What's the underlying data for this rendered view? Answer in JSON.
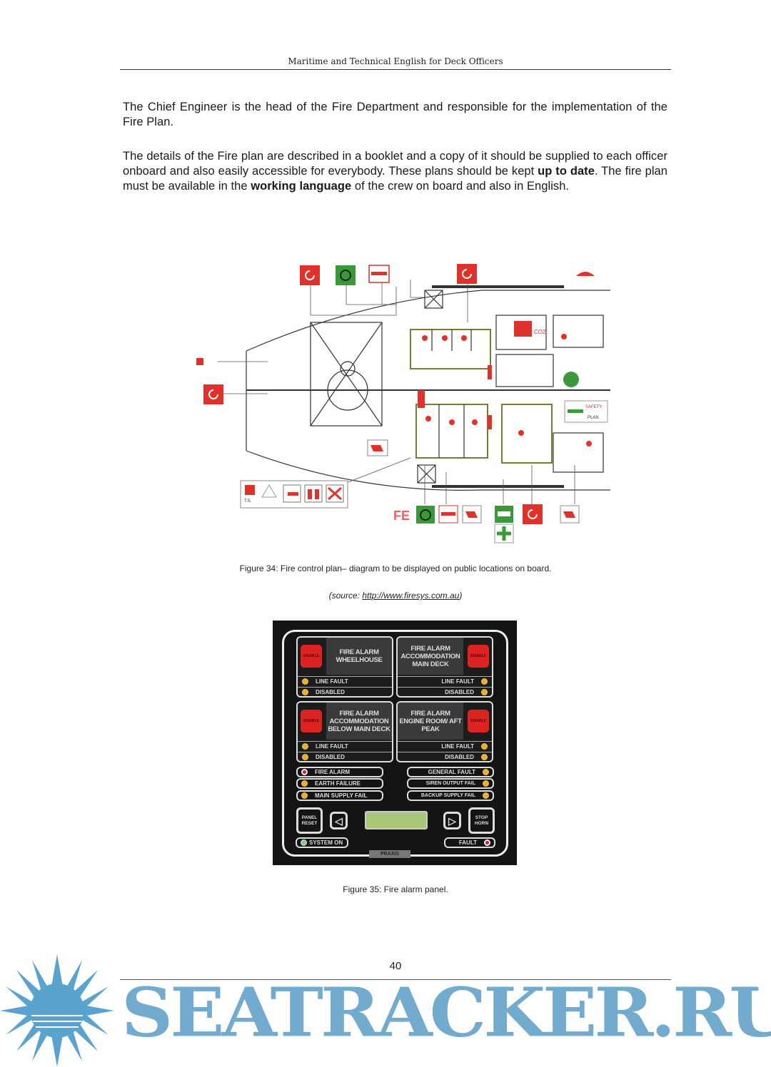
{
  "header": {
    "title": "Maritime and Technical English for Deck Officers"
  },
  "body": {
    "para1": "The Chief Engineer is the head of the Fire Department and responsible for the implementation of the Fire Plan.",
    "para2_a": "The details of the Fire plan are described in a booklet and a copy of it should be supplied to each officer onboard and also easily accessible for everybody. These plans should be kept ",
    "para2_bold1": "up to date",
    "para2_b": ". The fire plan must be available in the ",
    "para2_bold2": "working language",
    "para2_c": " of the crew on board and also in English."
  },
  "figure34": {
    "caption": "Figure 34: Fire control plan– diagram to be displayed on public locations on board.",
    "source_prefix": "(source: ",
    "source_link": "http://www.firesys.com.au",
    "source_suffix": ")",
    "labels": {
      "fe": "FE",
      "safety": "SAFETY",
      "plan": "PLAN",
      "co2": "CO2",
      "ts": "T.S."
    }
  },
  "figure35": {
    "caption": "Figure 35:  Fire alarm panel.",
    "panel": {
      "disable_label": "DISABLE",
      "modules": [
        {
          "title": "FIRE ALARM WHEELHOUSE",
          "line_fault": "LINE FAULT",
          "disabled": "DISABLED"
        },
        {
          "title": "FIRE ALARM ACCOMMODATION MAIN DECK",
          "line_fault": "LINE FAULT",
          "disabled": "DISABLED"
        },
        {
          "title": "FIRE ALARM ACCOMMODATION BELOW MAIN DECK",
          "line_fault": "LINE FAULT",
          "disabled": "DISABLED"
        },
        {
          "title": "FIRE ALARM ENGINE ROOM/ AFT PEAK",
          "line_fault": "LINE FAULT",
          "disabled": "DISABLED"
        }
      ],
      "status_left": [
        "FIRE ALARM",
        "EARTH FAILURE",
        "MAIN SUPPLY FAIL"
      ],
      "status_right": [
        "GENERAL FAULT",
        "SIREN OUTPUT FAIL",
        "BACKUP SUPPLY FAIL"
      ],
      "panel_reset": "PANEL RESET",
      "stop_horn": "STOP HORN",
      "system_on": "SYSTEM ON",
      "fault": "FAULT",
      "brand": "PRAXIS"
    }
  },
  "footer": {
    "page_number": "40",
    "watermark": "SEATRACKER.RU"
  },
  "colors": {
    "fire_red": "#e0312b",
    "safe_green": "#3a9a3a",
    "watermark_blue": "#6ba7cb"
  }
}
